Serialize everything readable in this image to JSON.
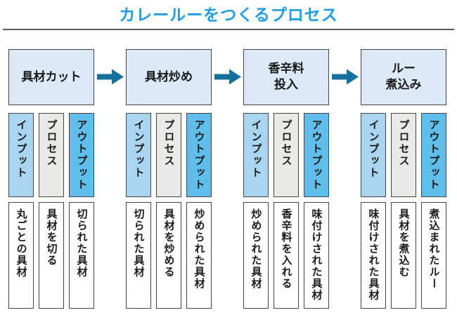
{
  "title": "カレールーをつくるプロセス",
  "column_labels": {
    "input": "インプット",
    "process": "プロセス",
    "output": "アウトプット"
  },
  "stages": [
    {
      "name": "具材カット",
      "input": "丸ごとの具材",
      "process": "具材を切る",
      "output": "切られた具材"
    },
    {
      "name": "具材炒め",
      "input": "切られた具材",
      "process": "具材を炒める",
      "output": "炒められた具材"
    },
    {
      "name": "香辛料\n投入",
      "input": "炒められた具材",
      "process": "香辛料を入れる",
      "output": "味付けされた具材"
    },
    {
      "name": "ルー\n煮込み",
      "input": "味付けされた具材",
      "process": "具材を煮込む",
      "output": "煮込まれたルー"
    }
  ],
  "colors": {
    "title_color": "#219ddd",
    "arrow_color": "#15719c",
    "header_fill": "#dbeaf6",
    "input_fill": "#a9d5f0",
    "process_fill": "#e9e9e7",
    "output_fill": "#5fbfea",
    "detail_fill": "#ffffff",
    "border_color": "#454545",
    "divider_color": "#5a5a5a",
    "text_color": "#1a1a1a"
  }
}
